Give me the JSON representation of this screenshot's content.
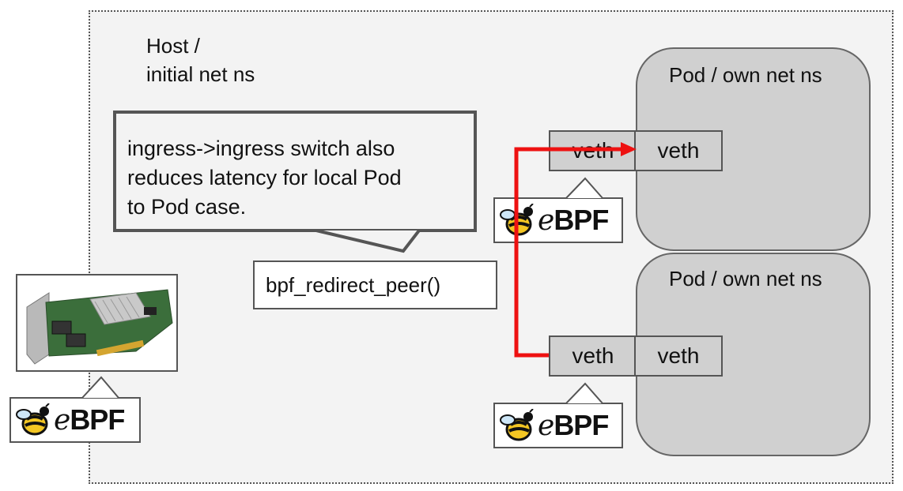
{
  "host": {
    "label_line1": "Host /",
    "label_line2": "initial net ns"
  },
  "pods": [
    {
      "label": "Pod / own net ns"
    },
    {
      "label": "Pod / own net ns"
    }
  ],
  "veth_label": "veth",
  "callout": {
    "line1": "ingress->ingress switch also",
    "line2": "reduces latency for local Pod",
    "line3": "to Pod case."
  },
  "function_label": "bpf_redirect_peer()",
  "ebpf_logo": {
    "e": "e",
    "text": "BPF"
  },
  "colors": {
    "arrow": "#ee1111",
    "bee_yellow": "#f3c623",
    "pod_fill": "#d0d0d0",
    "host_fill": "#f3f3f3"
  }
}
